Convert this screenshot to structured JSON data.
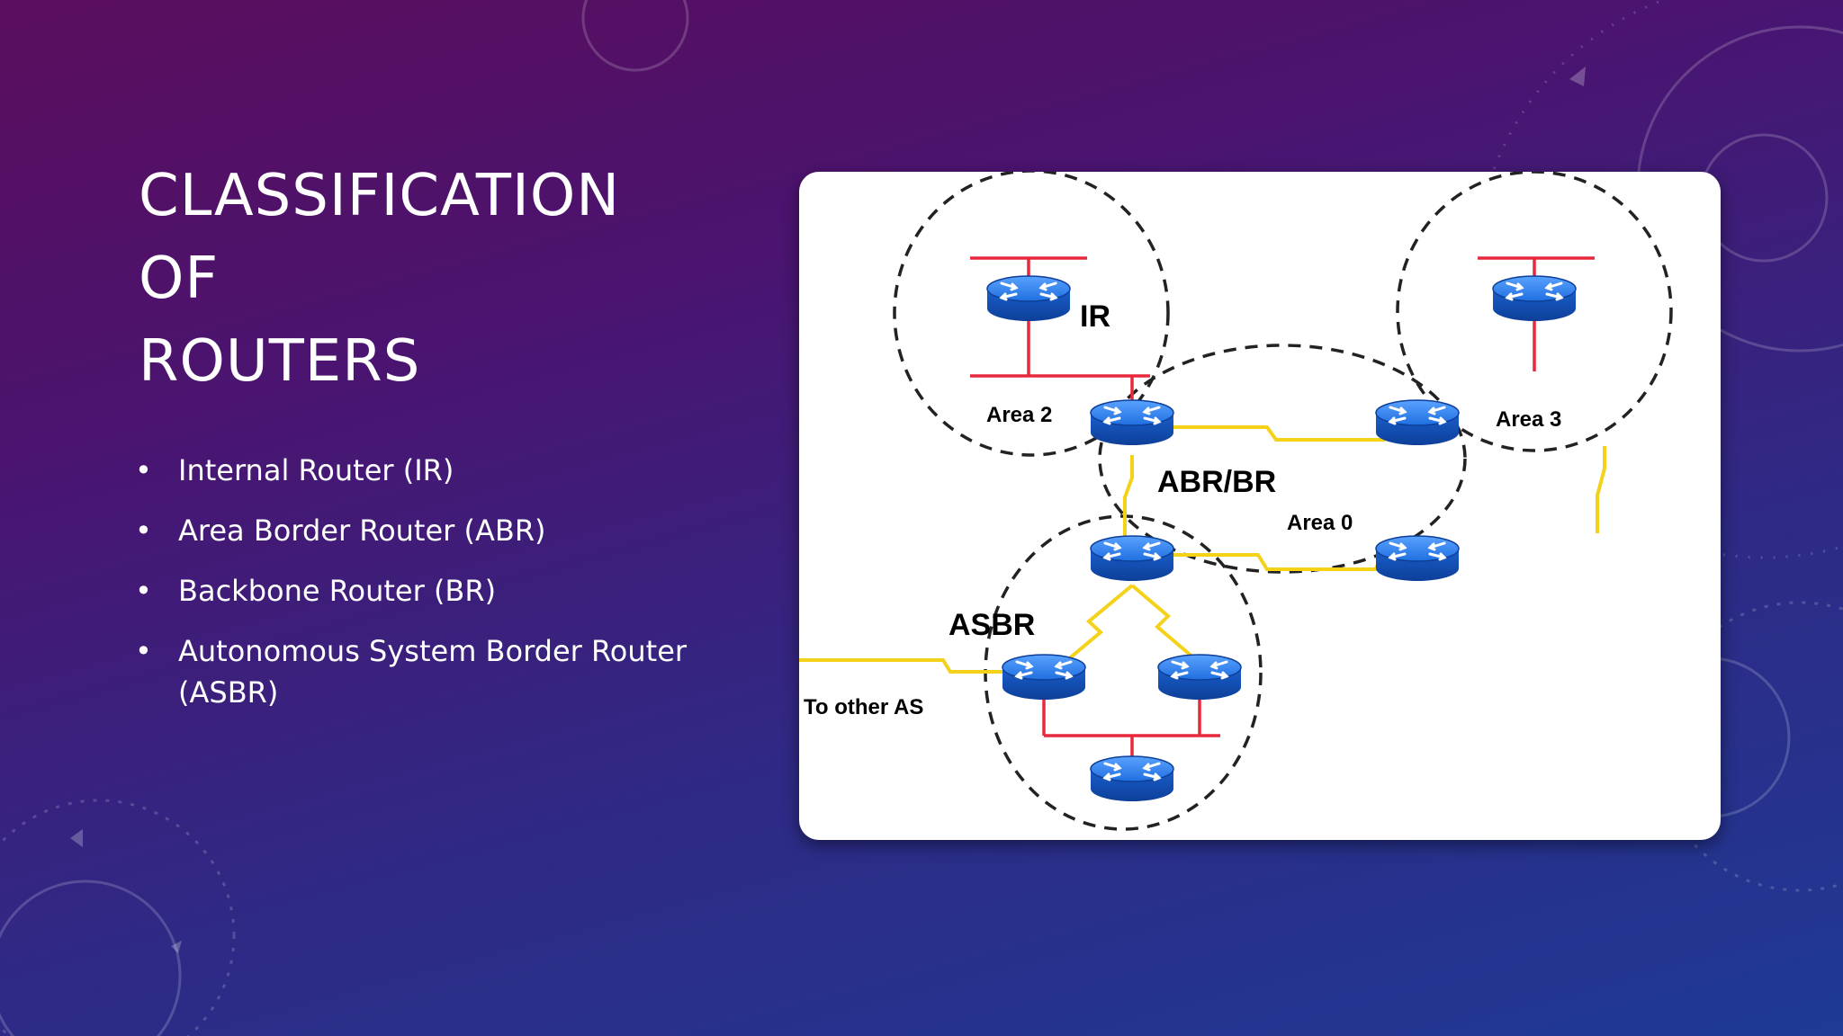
{
  "slide": {
    "title_lines": [
      "CLASSIFICATION OF",
      "ROUTERS"
    ],
    "bullet_glyph": "•",
    "bullets": [
      "Internal Router (IR)",
      "Area Border Router (ABR)",
      "Backbone Router (BR)",
      "Autonomous System Border Router (ASBR)"
    ]
  },
  "diagram": {
    "labels": {
      "ir": "IR",
      "area2": "Area 2",
      "area3": "Area 3",
      "abr_br": "ABR/BR",
      "area0": "Area 0",
      "asbr": "ASBR",
      "to_other_as": "To other AS"
    },
    "colors": {
      "router_blue": "#1f6fe0",
      "lan_red": "#e8283c",
      "link_yellow": "#f5d21a",
      "boundary": "#222222"
    }
  }
}
